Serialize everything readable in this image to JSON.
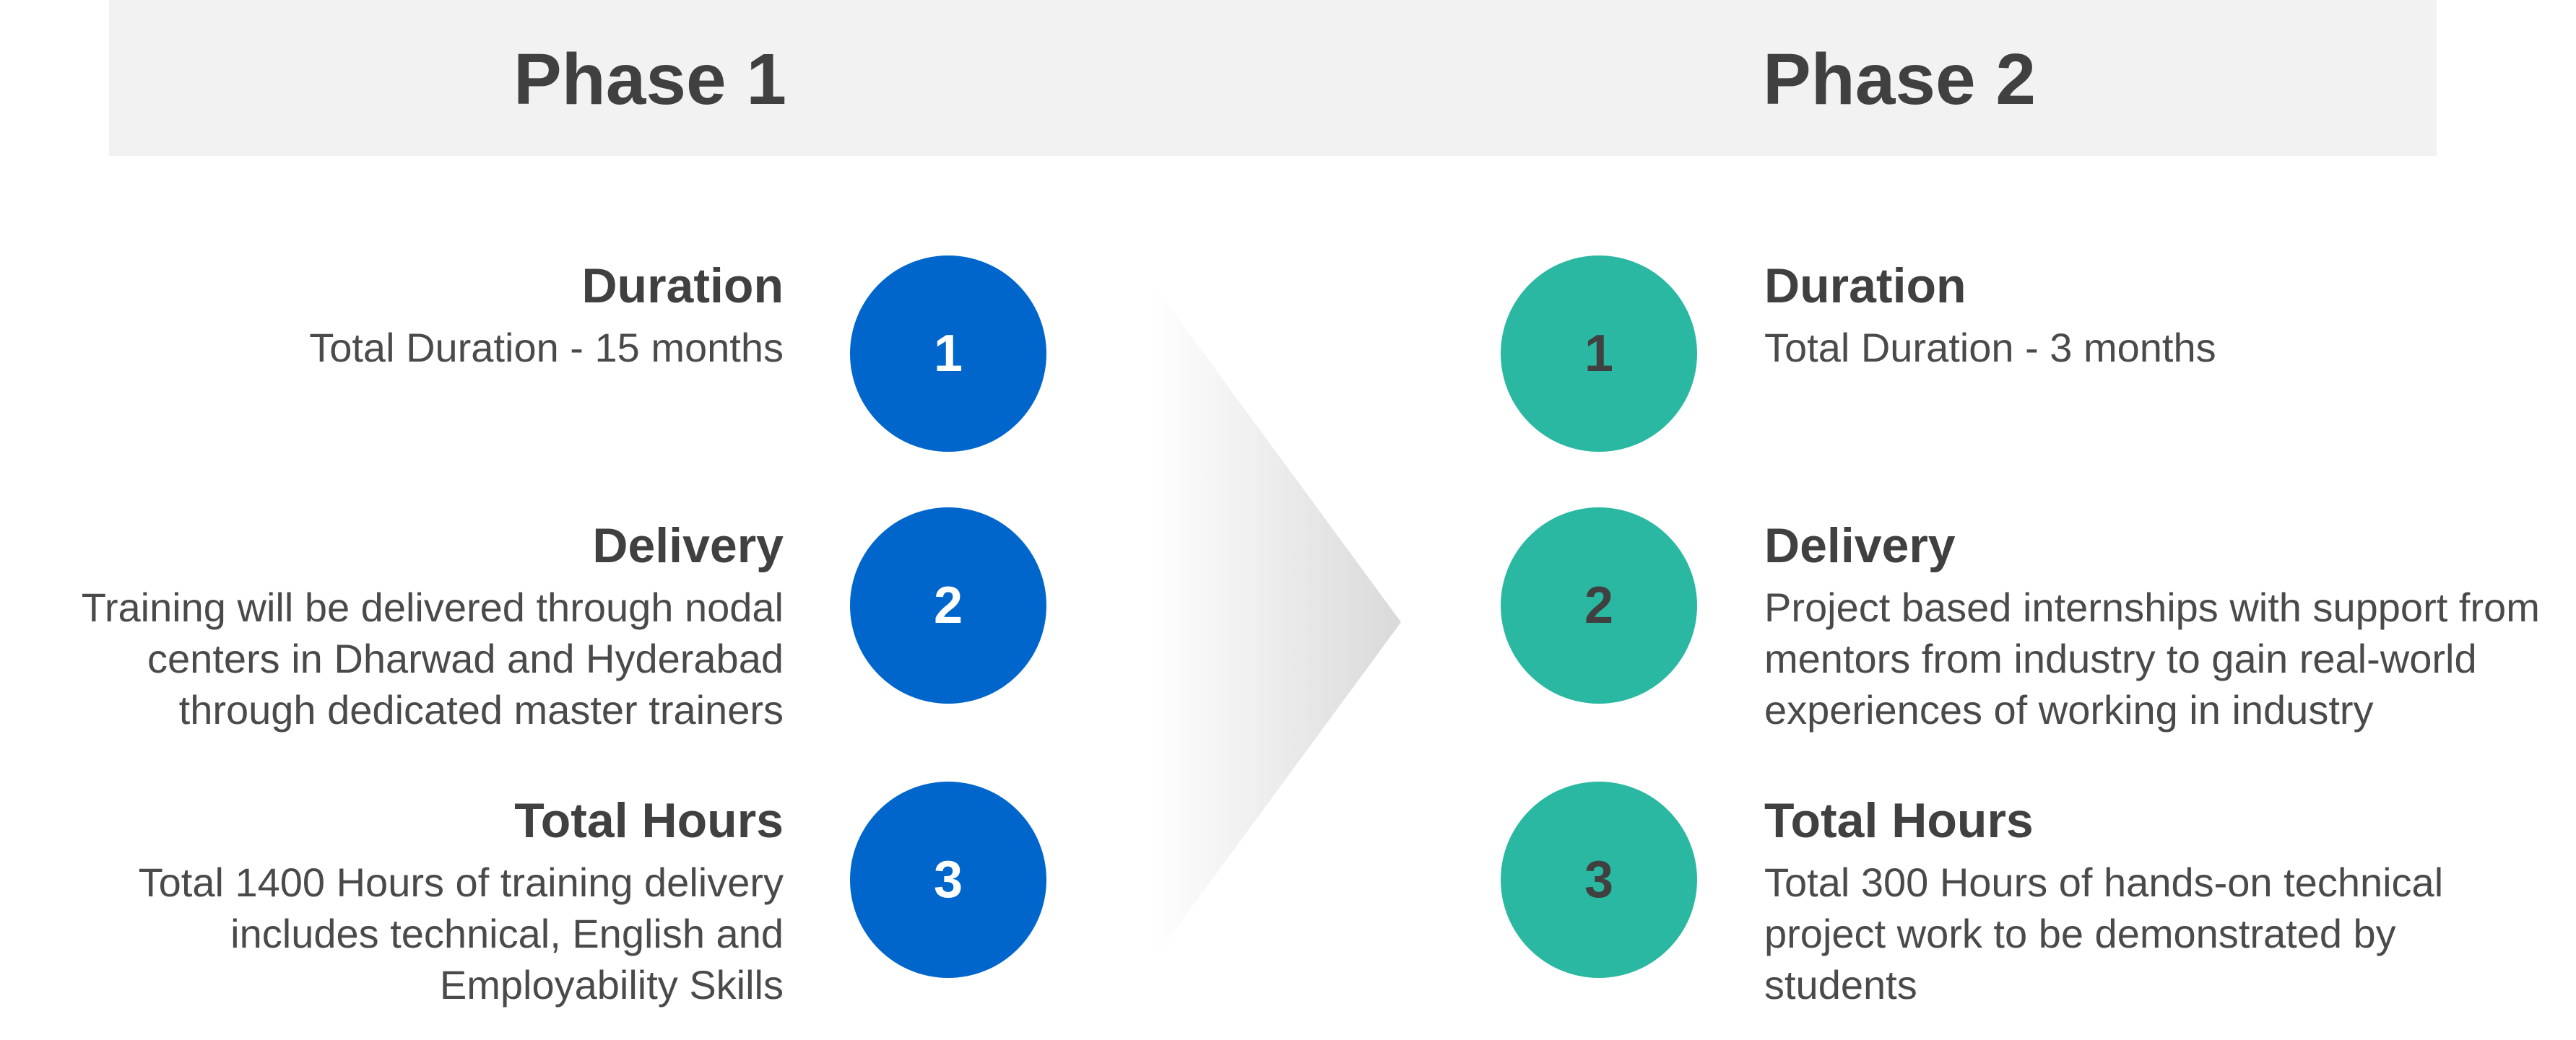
{
  "phases": [
    {
      "title": "Phase 1",
      "accent_color": "#0066cc",
      "items": [
        {
          "number": "1",
          "title": "Duration",
          "text": "Total Duration  - 15 months"
        },
        {
          "number": "2",
          "title": "Delivery",
          "text": "Training will be delivered through nodal\ncenters in Dharwad and Hyderabad\nthrough dedicated master trainers"
        },
        {
          "number": "3",
          "title": "Total Hours",
          "text": "Total 1400 Hours of training delivery\nincludes technical, English and\nEmployability Skills"
        }
      ]
    },
    {
      "title": "Phase 2",
      "accent_color": "#2bb8a2",
      "items": [
        {
          "number": "1",
          "title": "Duration",
          "text": "Total Duration  - 3 months"
        },
        {
          "number": "2",
          "title": "Delivery",
          "text": "Project based internships with support from\nmentors from industry to gain real-world\nexperiences of working in industry"
        },
        {
          "number": "3",
          "title": "Total Hours",
          "text": "Total 300 Hours of hands-on technical\nproject work to be demonstrated by\nstudents"
        }
      ]
    }
  ],
  "colors": {
    "header_band": "#f2f2f2",
    "text": "#404040",
    "chevron": "#d9d9d9"
  }
}
